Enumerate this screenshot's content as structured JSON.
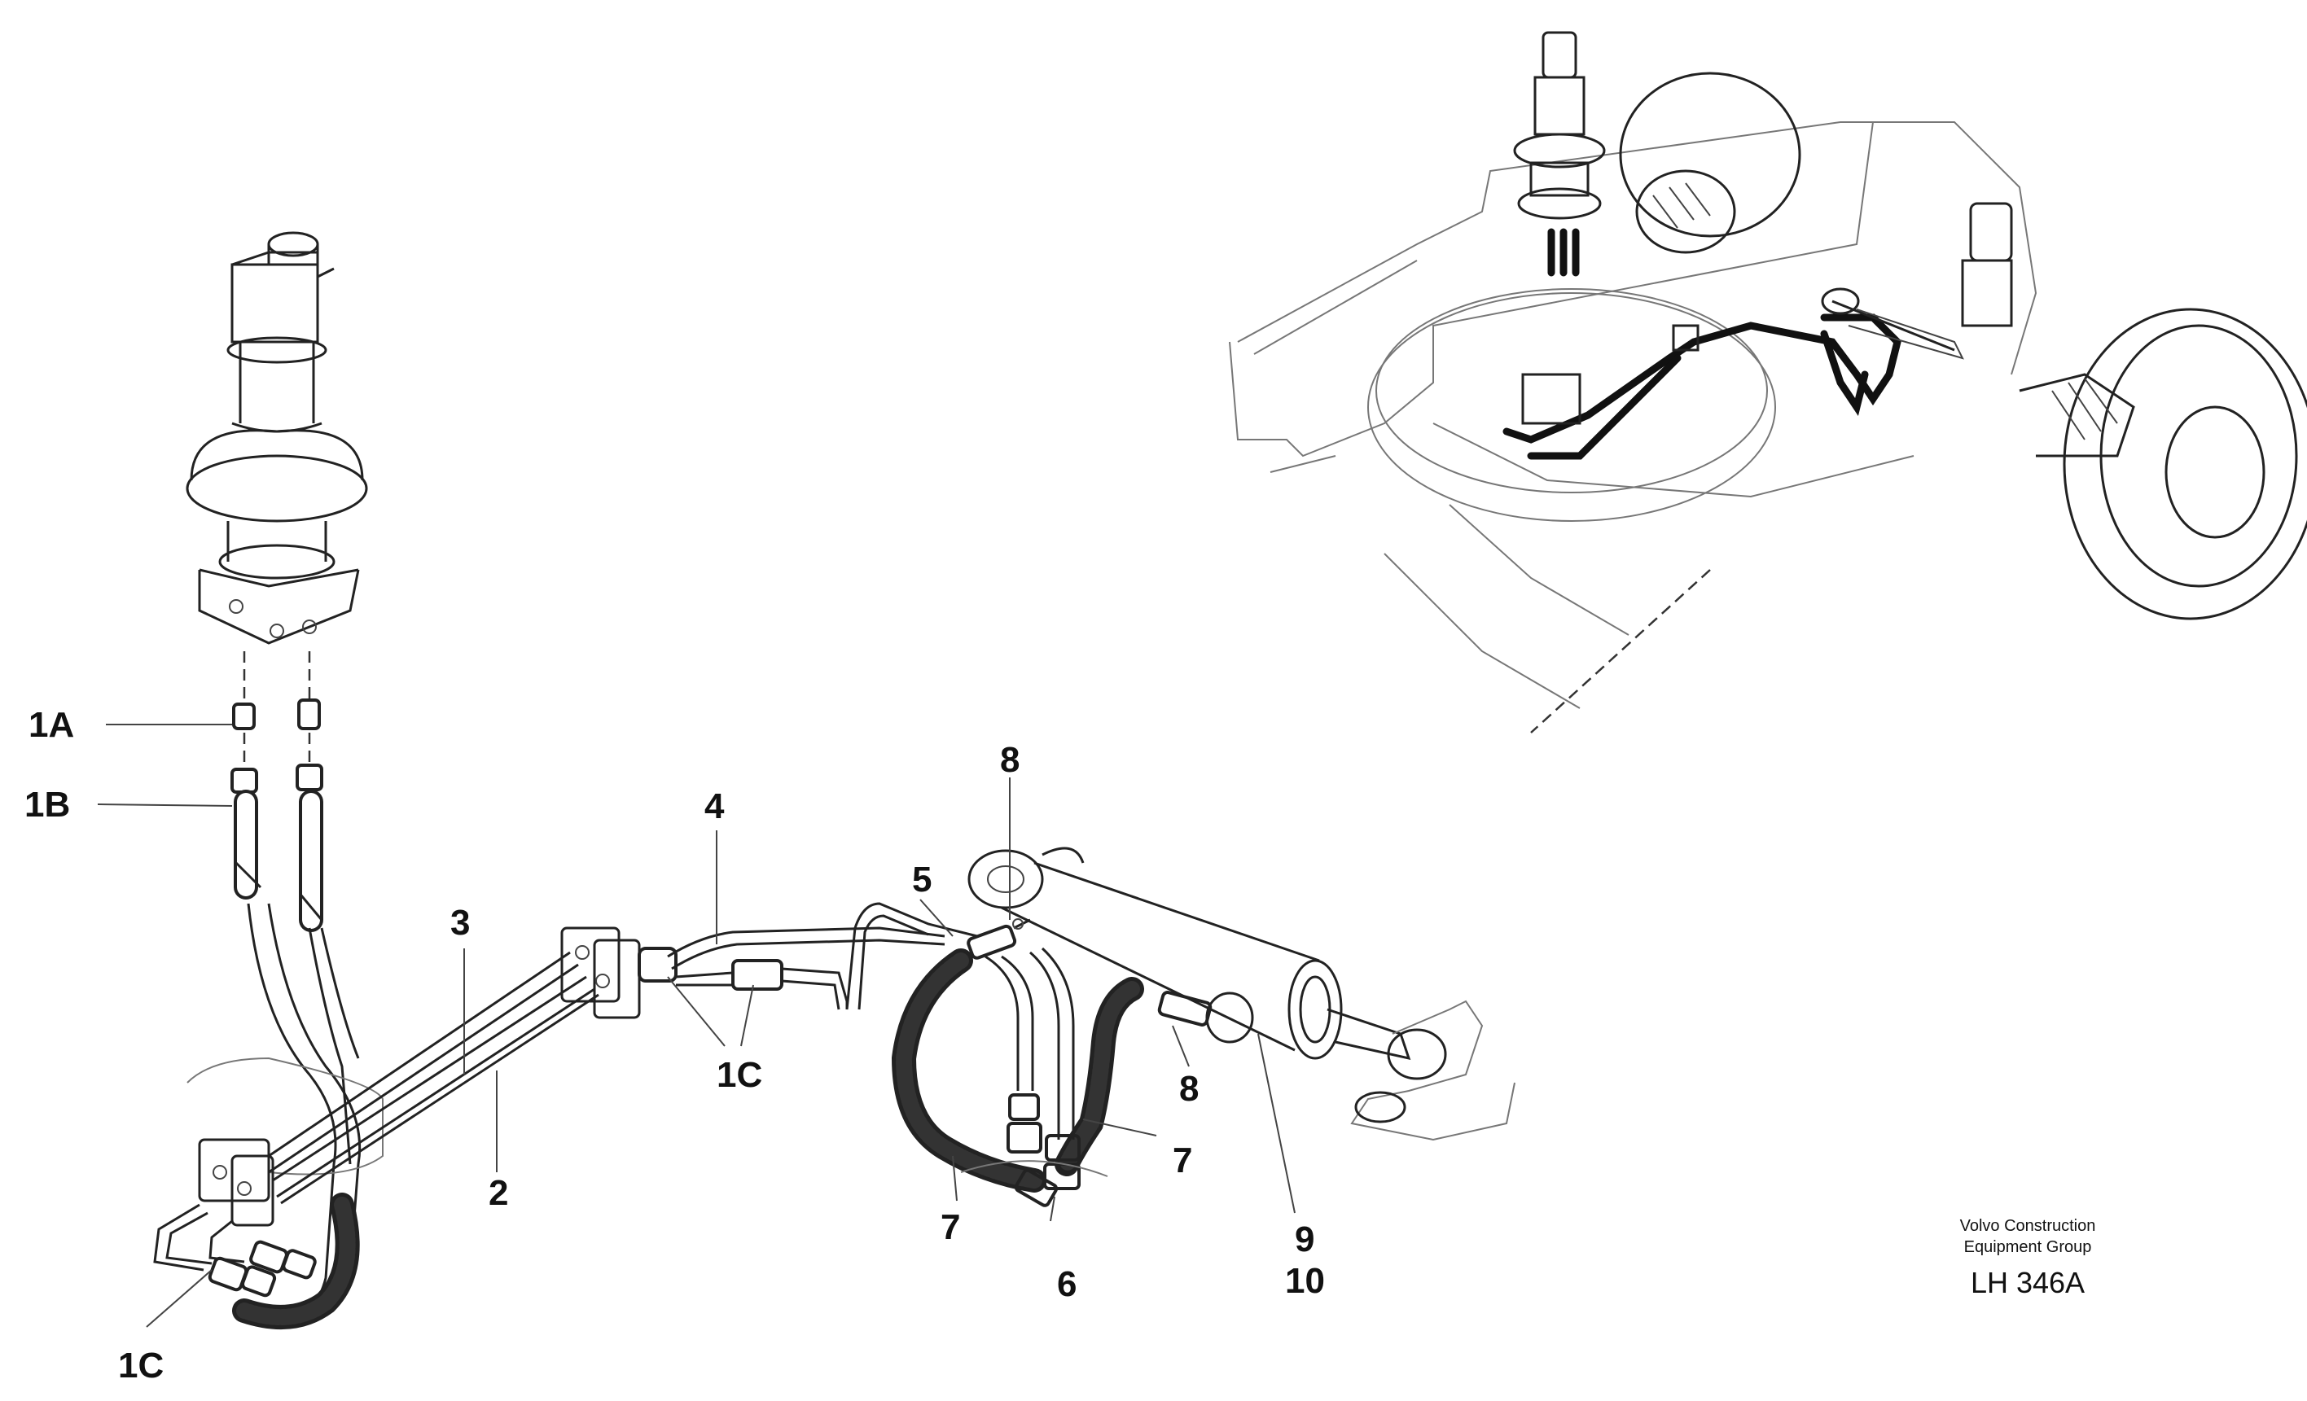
{
  "callouts": {
    "c1a": "1A",
    "c1b": "1B",
    "c1c_bottom": "1C",
    "c1c_mid": "1C",
    "c2": "2",
    "c3": "3",
    "c4": "4",
    "c5": "5",
    "c6": "6",
    "c7_left": "7",
    "c7_right": "7",
    "c8_top": "8",
    "c8_low": "8",
    "c9": "9",
    "c10": "10"
  },
  "caption": {
    "line1": "Volvo Construction",
    "line2": "Equipment Group",
    "code": "LH 346A"
  },
  "icons": {
    "main": "hydraulic-hose-assembly-illustration",
    "inset": "chassis-location-inset-illustration"
  }
}
